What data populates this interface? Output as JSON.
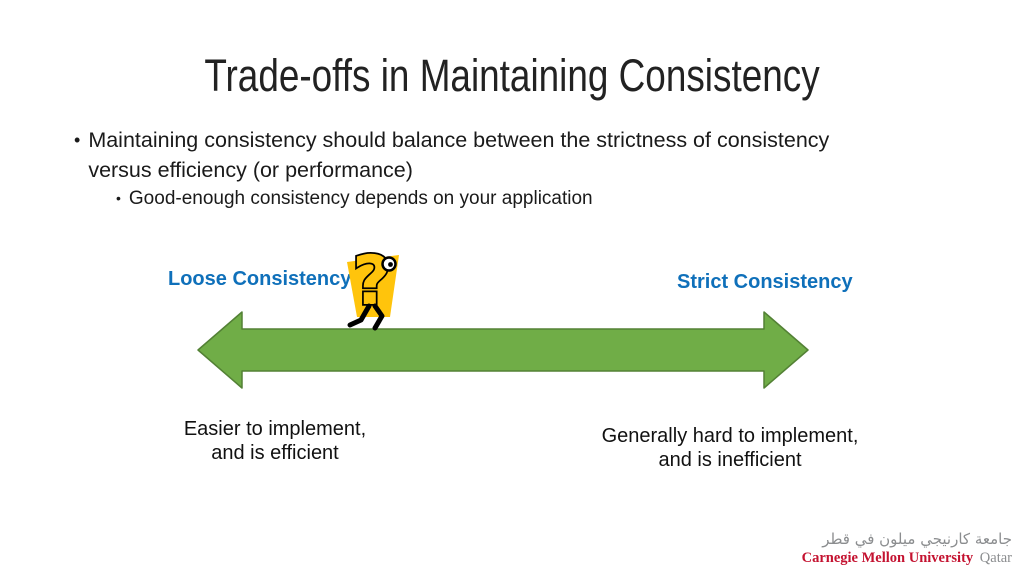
{
  "slide": {
    "title": "Trade-offs in Maintaining Consistency",
    "bullet_char": "•",
    "bullets": {
      "main": "Maintaining consistency should balance between the strictness of consistency\nversus efficiency (or performance)",
      "sub": "Good-enough consistency depends on your application"
    },
    "spectrum": {
      "left_label": "Loose Consistency",
      "right_label": "Strict Consistency",
      "left_caption": "Easier to implement,\nand is efficient",
      "right_caption": "Generally hard to implement,\nand is inefficient"
    },
    "footer": {
      "arabic": "جامعة كارنيجي ميلون في قطر",
      "university": "Carnegie Mellon University",
      "campus": "Qatar"
    },
    "colors": {
      "label_blue": "#0F70BA",
      "arrow_green": "#70AD47",
      "arrow_border": "#538135",
      "character_yellow": "#FFC40C",
      "cmu_red": "#C41230",
      "footer_gray": "#8B8D8F",
      "text_black": "#1A1A1A",
      "background": "#FFFFFF"
    },
    "icons": {
      "question_character": "walking-question-mark-character",
      "arrow": "double-headed-spectrum-arrow"
    }
  }
}
